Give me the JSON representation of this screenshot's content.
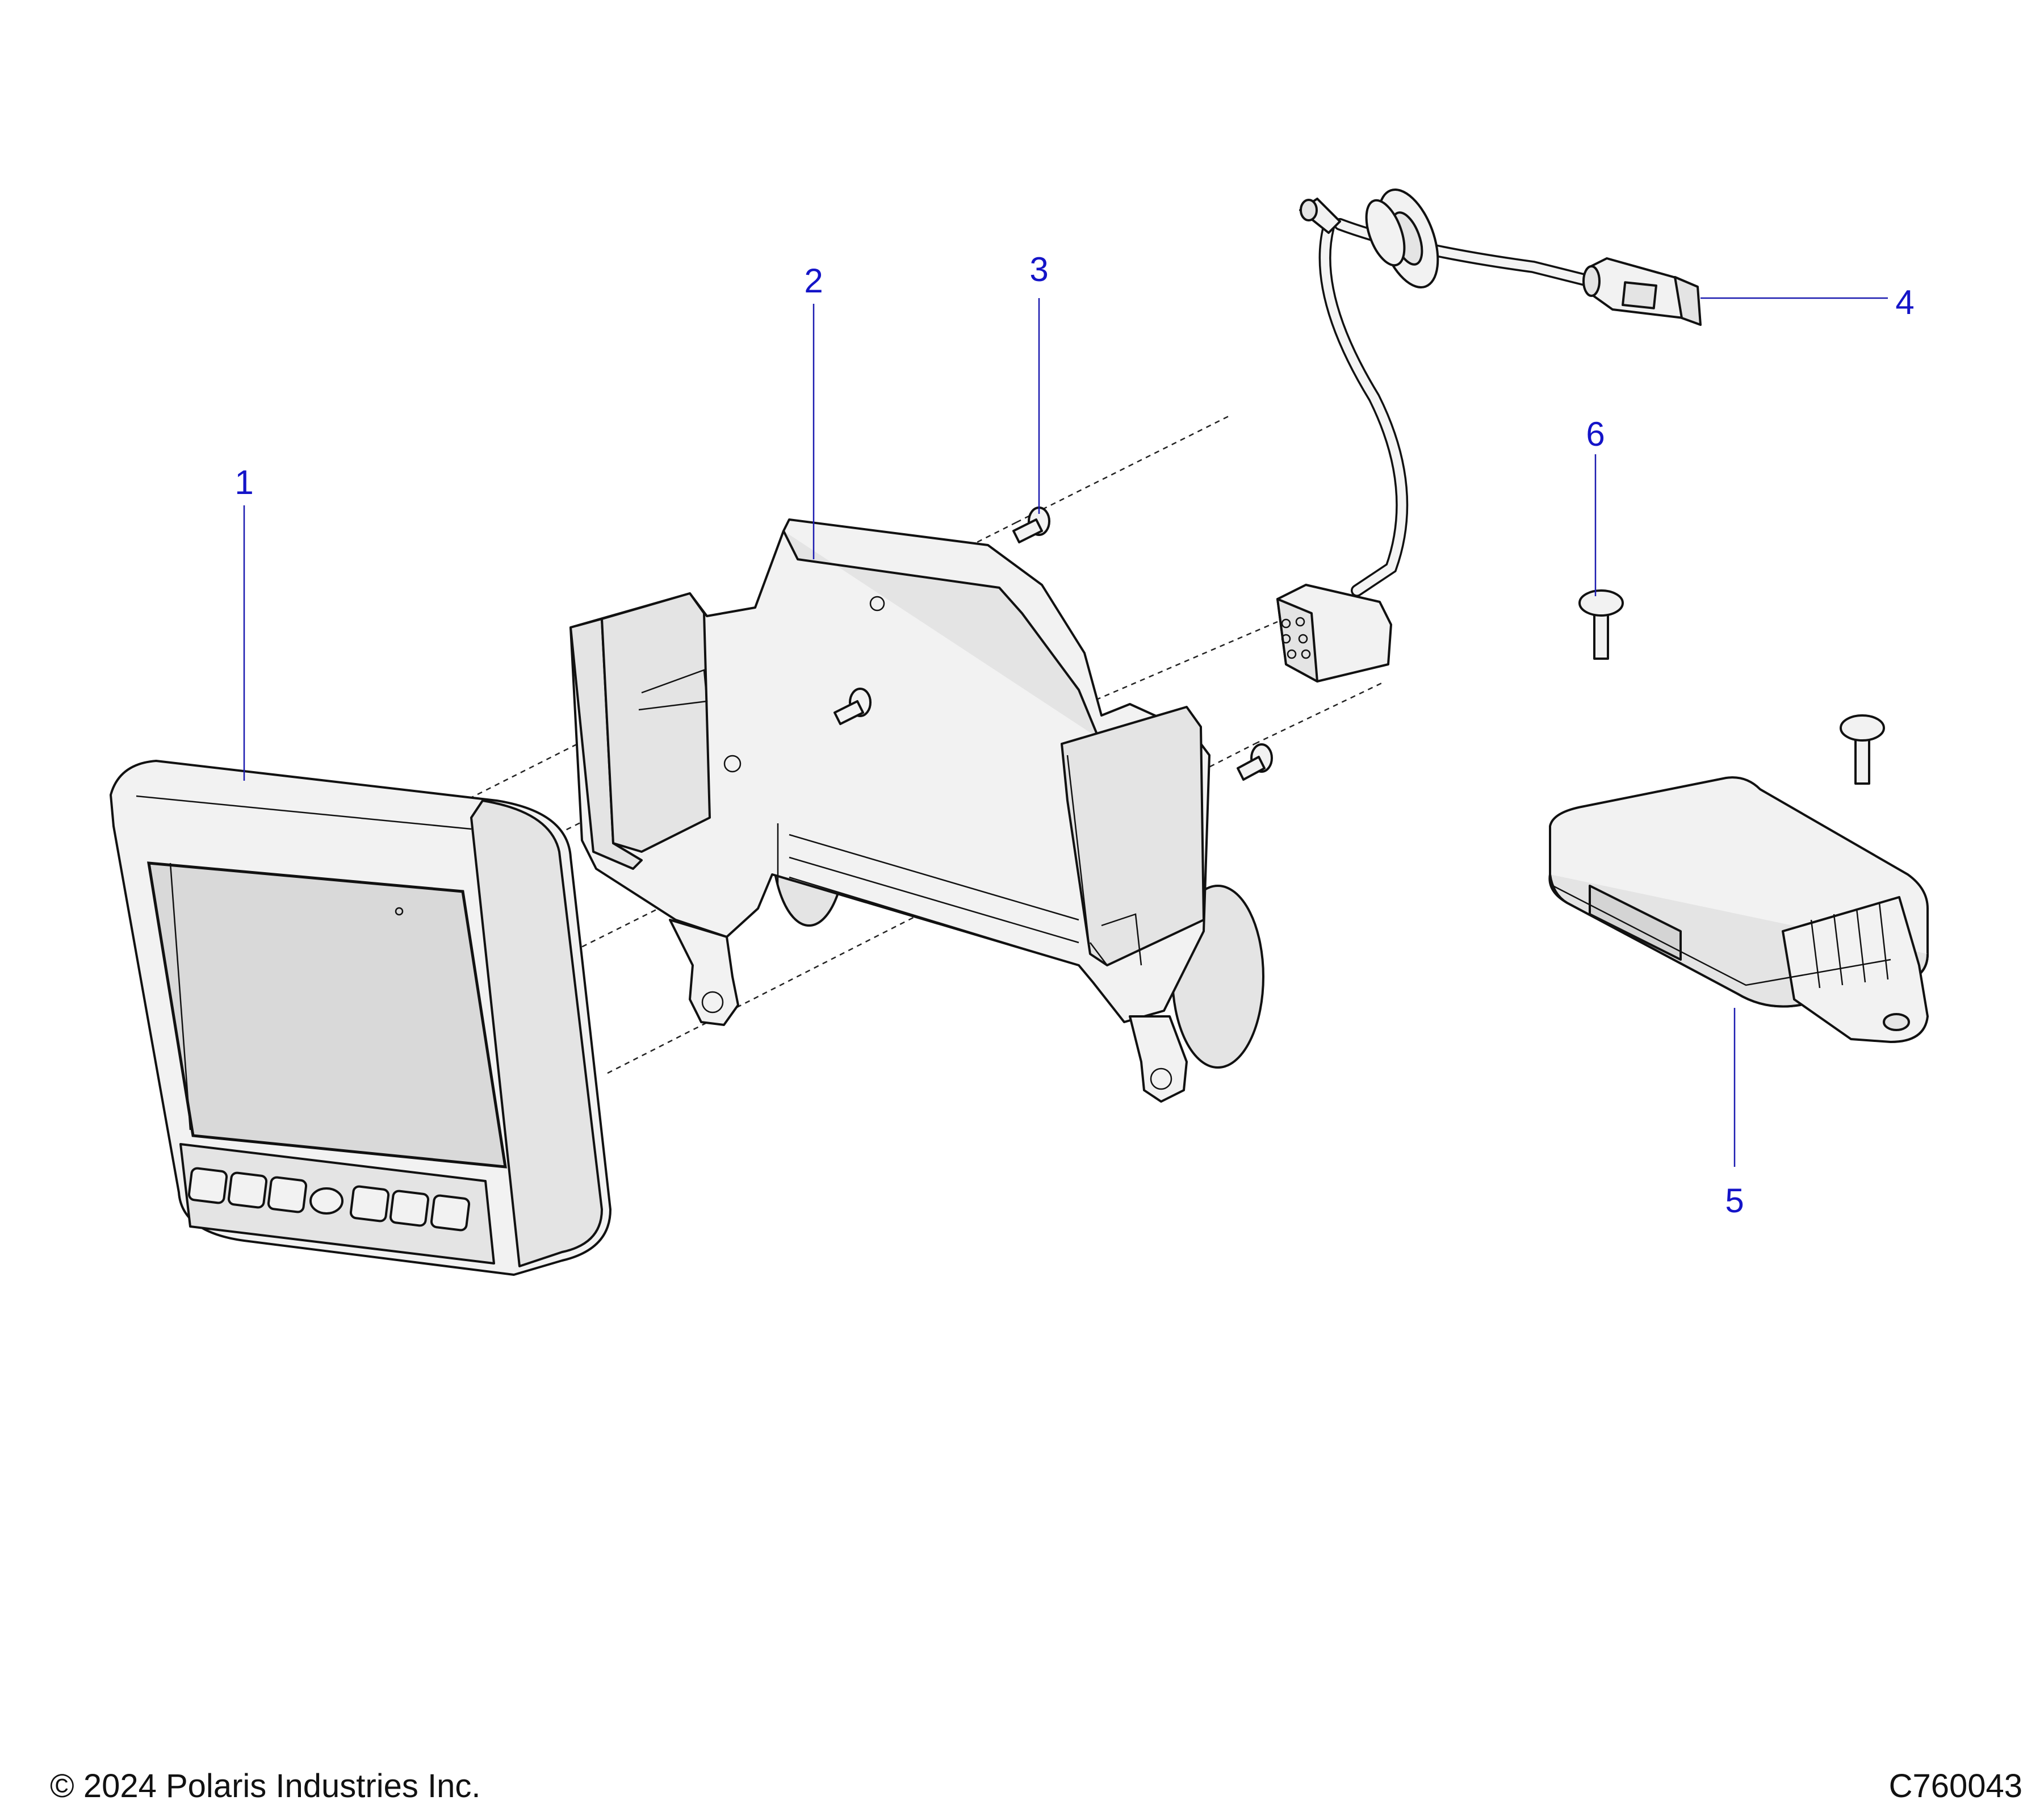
{
  "callouts": [
    {
      "id": "1",
      "label": "1"
    },
    {
      "id": "2",
      "label": "2"
    },
    {
      "id": "3",
      "label": "3"
    },
    {
      "id": "4",
      "label": "4"
    },
    {
      "id": "5",
      "label": "5"
    },
    {
      "id": "6",
      "label": "6"
    }
  ],
  "footer": {
    "copyright": "© 2024 Polaris Industries Inc.",
    "drawing_number": "C760043"
  },
  "colors": {
    "callout_text": "#1414c8",
    "leader_line": "#1b1bb0",
    "part_fill": "#f2f2f2",
    "outline": "#111111"
  }
}
